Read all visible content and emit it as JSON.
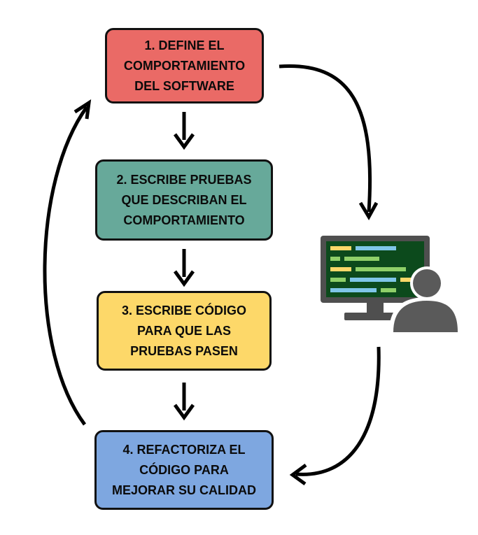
{
  "steps": [
    {
      "lines": [
        "1. DEFINE EL",
        "COMPORTAMIENTO",
        "DEL SOFTWARE"
      ]
    },
    {
      "lines": [
        "2. ESCRIBE PRUEBAS",
        "QUE DESCRIBAN EL",
        "COMPORTAMIENTO"
      ]
    },
    {
      "lines": [
        "3. ESCRIBE CÓDIGO",
        "PARA QUE LAS",
        "PRUEBAS PASEN"
      ]
    },
    {
      "lines": [
        "4. REFACTORIZA EL",
        "CÓDIGO PARA",
        "MEJORAR SU CALIDAD"
      ]
    }
  ],
  "colors": {
    "step_1": "#ea6a66",
    "step_2": "#67a99a",
    "step_3": "#fdd869",
    "step_4": "#7ea7e0",
    "border": "#111111",
    "arrow": "#000000",
    "monitor": "#4f4f4f",
    "screen": "#0c4a1c",
    "code_yellow": "#fdd869",
    "code_blue": "#7fc6e8",
    "code_green": "#8fd069",
    "person": "#5a5a5a"
  },
  "icons": {
    "developer": "developer-at-computer-icon"
  }
}
